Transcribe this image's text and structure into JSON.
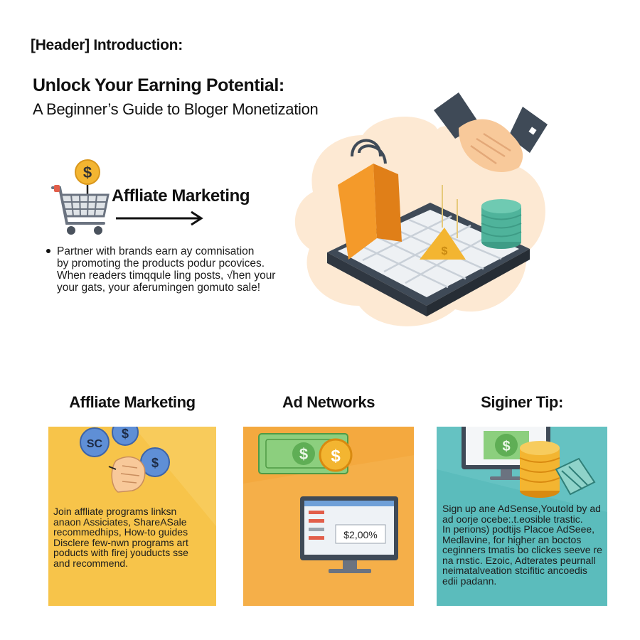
{
  "header": {
    "label": "[Header] Introduction:",
    "title": "Unlock Your Earning Potential:",
    "subtitle": "A Beginner’s Guide to Bloger Monetization"
  },
  "intro": {
    "heading": "Affliate Marketing",
    "bullet_lines": [
      "Partner with brands earn ay comnisation",
      "by promoting the products podur pcovices.",
      "When readers timqqule ling posts, √hen your",
      "your gats, your aferumingen gomuto sale!"
    ],
    "coin_symbol": "$"
  },
  "columns": [
    {
      "title": "Affliate Marketing",
      "bg": "#f7c44a",
      "coin_labels": [
        "SC",
        "$",
        "$"
      ],
      "lines": [
        "Join affliate programs linksn",
        "anaon Assiciates, ShareASale",
        "recommedhips, How-to guides",
        "Disclere few-nwn programs art",
        "poducts with firej youducts sse",
        "and recommend."
      ]
    },
    {
      "title": "Ad Networks",
      "bg": "#f4a93f",
      "banknote_symbol": "$",
      "coin_symbol": "$",
      "screen_value": "$2,00%"
    },
    {
      "title": "Siginer Tip:",
      "bg": "#5bbcbc",
      "screen_symbol": "$",
      "lines": [
        "Sign up ane AdSense,Youtold by ad",
        "ad oorje ocebe:.t.eosible trastic.",
        "In perions) podtijs  Placoe AdSeee,",
        "Medlavine, for higher an boctos",
        "ceginners tmatis bo clickes seeve re",
        "na  rnstic. Ezoic, Adterates peurnall",
        "neimatalveation stcifitic ancoedis",
        "edii padann."
      ]
    }
  ],
  "colors": {
    "gold": "#f3b531",
    "orange": "#f49a2a",
    "teal": "#5bbcbc",
    "green_bill": "#8ccf7e",
    "dark_slate": "#3f4a57",
    "skin": "#f8c99a",
    "peach_bg": "#fde9d3"
  }
}
